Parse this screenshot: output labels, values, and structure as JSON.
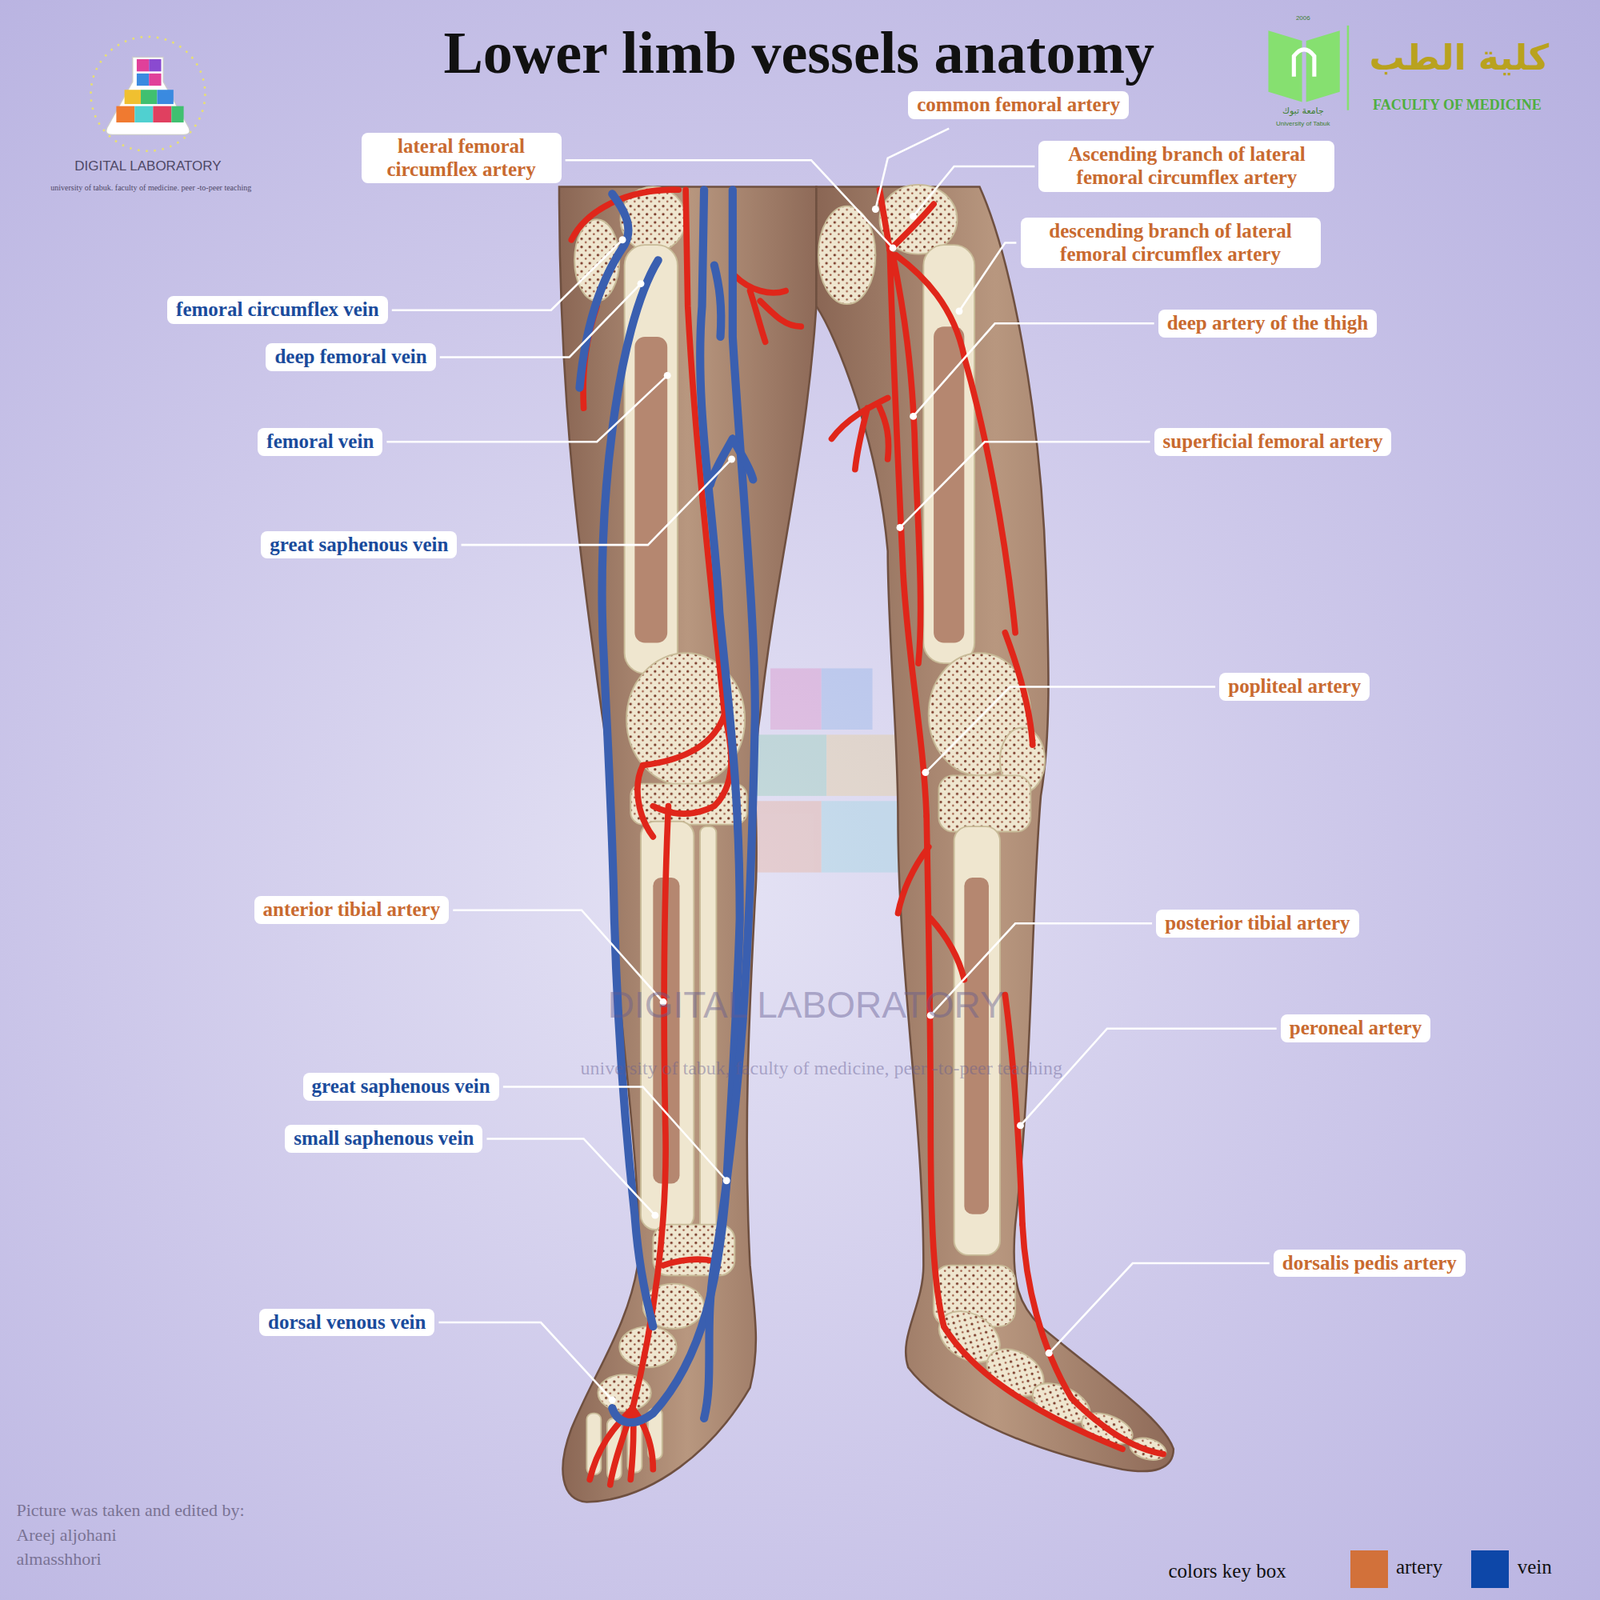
{
  "diagram": {
    "title": "Lower limb vessels anatomy",
    "nodes": [
      {
        "text": [
          "common femoral artery"
        ]
      },
      {
        "text": [
          "lateral femoral circumflex artery"
        ]
      },
      {
        "text": [
          "Ascending branch of lateral femoral circumflex artery"
        ]
      },
      {
        "text": [
          "descending branch of lateral femoral circumflex artery"
        ]
      },
      {
        "text": [
          "femoral  circumflex vein"
        ]
      },
      {
        "text": [
          "deep artery of the thigh"
        ]
      },
      {
        "text": [
          "deep femoral vein"
        ]
      },
      {
        "text": [
          "femoral vein"
        ]
      },
      {
        "text": [
          "superficial femoral artery"
        ]
      },
      {
        "text": [
          "great saphenous vein"
        ]
      },
      {
        "text": [
          "popliteal  artery"
        ]
      },
      {
        "text": [
          "anterior  tibial  artery"
        ]
      },
      {
        "text": [
          "posterior tibial  artery"
        ]
      },
      {
        "text": [
          "peroneal   artery"
        ]
      },
      {
        "text": [
          "great saphenous vein"
        ]
      },
      {
        "text": [
          "small saphenous vein"
        ]
      },
      {
        "text": [
          "dorsalis pedis  artery"
        ]
      },
      {
        "text": [
          "dorsal venous  vein"
        ]
      }
    ],
    "labels": [
      "DIGITAL LABORATORY",
      "university of tabuk. faculty of medicine. peer -to-peer teaching",
      "كلية الطب",
      "FACULTY OF MEDICINE",
      "جامعة تبوك",
      "University of Tabuk",
      "2006",
      "DIGITAL LABORATORY",
      "university of tabuk, faculty of medicine, peer -to-peer teaching",
      "Picture was taken and edited by:",
      "Areej aljohani",
      "almasshhori",
      "colors key box"
    ],
    "legend": [
      {
        "text": "artery",
        "color": "#d2713a"
      },
      {
        "text": "vein",
        "color": "#0d47a8"
      }
    ]
  }
}
